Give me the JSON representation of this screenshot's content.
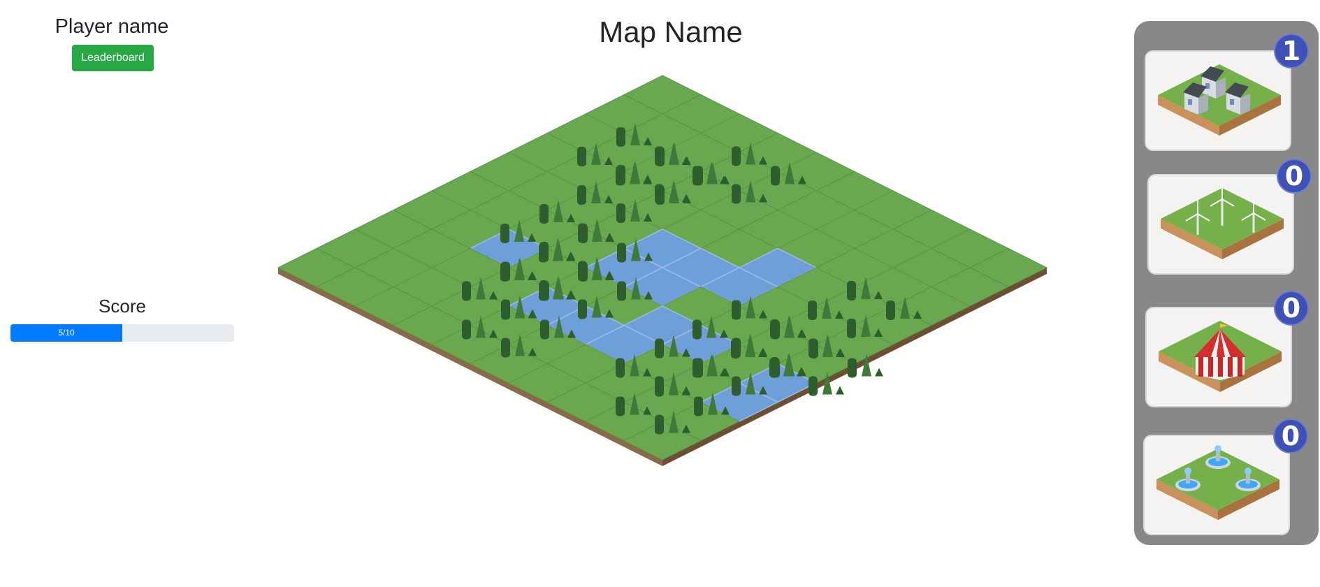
{
  "player": {
    "name": "Player name"
  },
  "leaderboard": {
    "label": "Leaderboard"
  },
  "score": {
    "label": "Score",
    "value_text": "5/10",
    "fraction": 0.5
  },
  "map": {
    "title": "Map Name"
  },
  "board": {
    "size": 10,
    "legend": {
      "G": "grass",
      "W": "water",
      "T": "forest"
    },
    "rows": [
      "GGGGGGGGGG",
      "GGGTGGGGGG",
      "GTTGGGGGGG",
      "GGTGGGWGTG",
      "GGGGWWWGGG",
      "GGTTWWGTTT",
      "GGWTTGWWTW",
      "GGGTWWWTGW",
      "GGGGTGGGTG",
      "GGGGGGGGGG"
    ]
  },
  "buildings": [
    {
      "id": "houses",
      "name": "houses",
      "count": "1"
    },
    {
      "id": "windmills",
      "name": "wind-turbines",
      "count": "0"
    },
    {
      "id": "circus",
      "name": "circus-tent",
      "count": "0"
    },
    {
      "id": "fountains",
      "name": "fountains",
      "count": "0"
    }
  ],
  "colors": {
    "grass": "#6aa84f",
    "grass_line": "#5c9444",
    "water": "#6f9fd8",
    "dirt_left": "#8a6a4a",
    "dirt_right": "#6b4e33",
    "tree_dark": "#2e5e2e",
    "tree_mid": "#3f7a3a",
    "badge": "#3f51b5",
    "leaderboard_btn": "#28a745",
    "progress": "#007bff"
  }
}
